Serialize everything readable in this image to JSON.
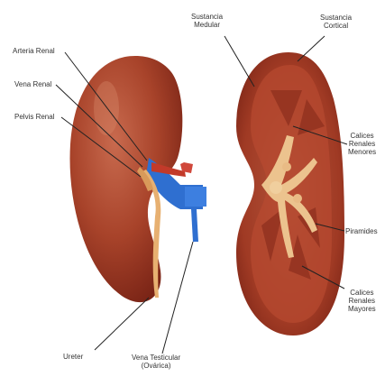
{
  "labels": {
    "arteria_renal": "Arteria Renal",
    "vena_renal": "Vena Renal",
    "pelvis_renal": "Pelvis Renal",
    "sustancia_medular": [
      "Sustancia",
      "Medular"
    ],
    "sustancia_cortical": [
      "Sustancia",
      "Cortical"
    ],
    "calices_menores": [
      "Calices",
      "Renales",
      "Menores"
    ],
    "piramides": "Piramides",
    "calices_mayores": [
      "Calices",
      "Renales",
      "Mayores"
    ],
    "ureter": "Ureter",
    "vena_testicular": [
      "Vena Testicular",
      "(Ovárica)"
    ]
  },
  "colors": {
    "kidney": "#a8432a",
    "kidney_dark": "#7a2416",
    "vein": "#2f6fd0",
    "artery": "#c23a2a",
    "ureter": "#e7b071",
    "leader_line": "#222222"
  }
}
